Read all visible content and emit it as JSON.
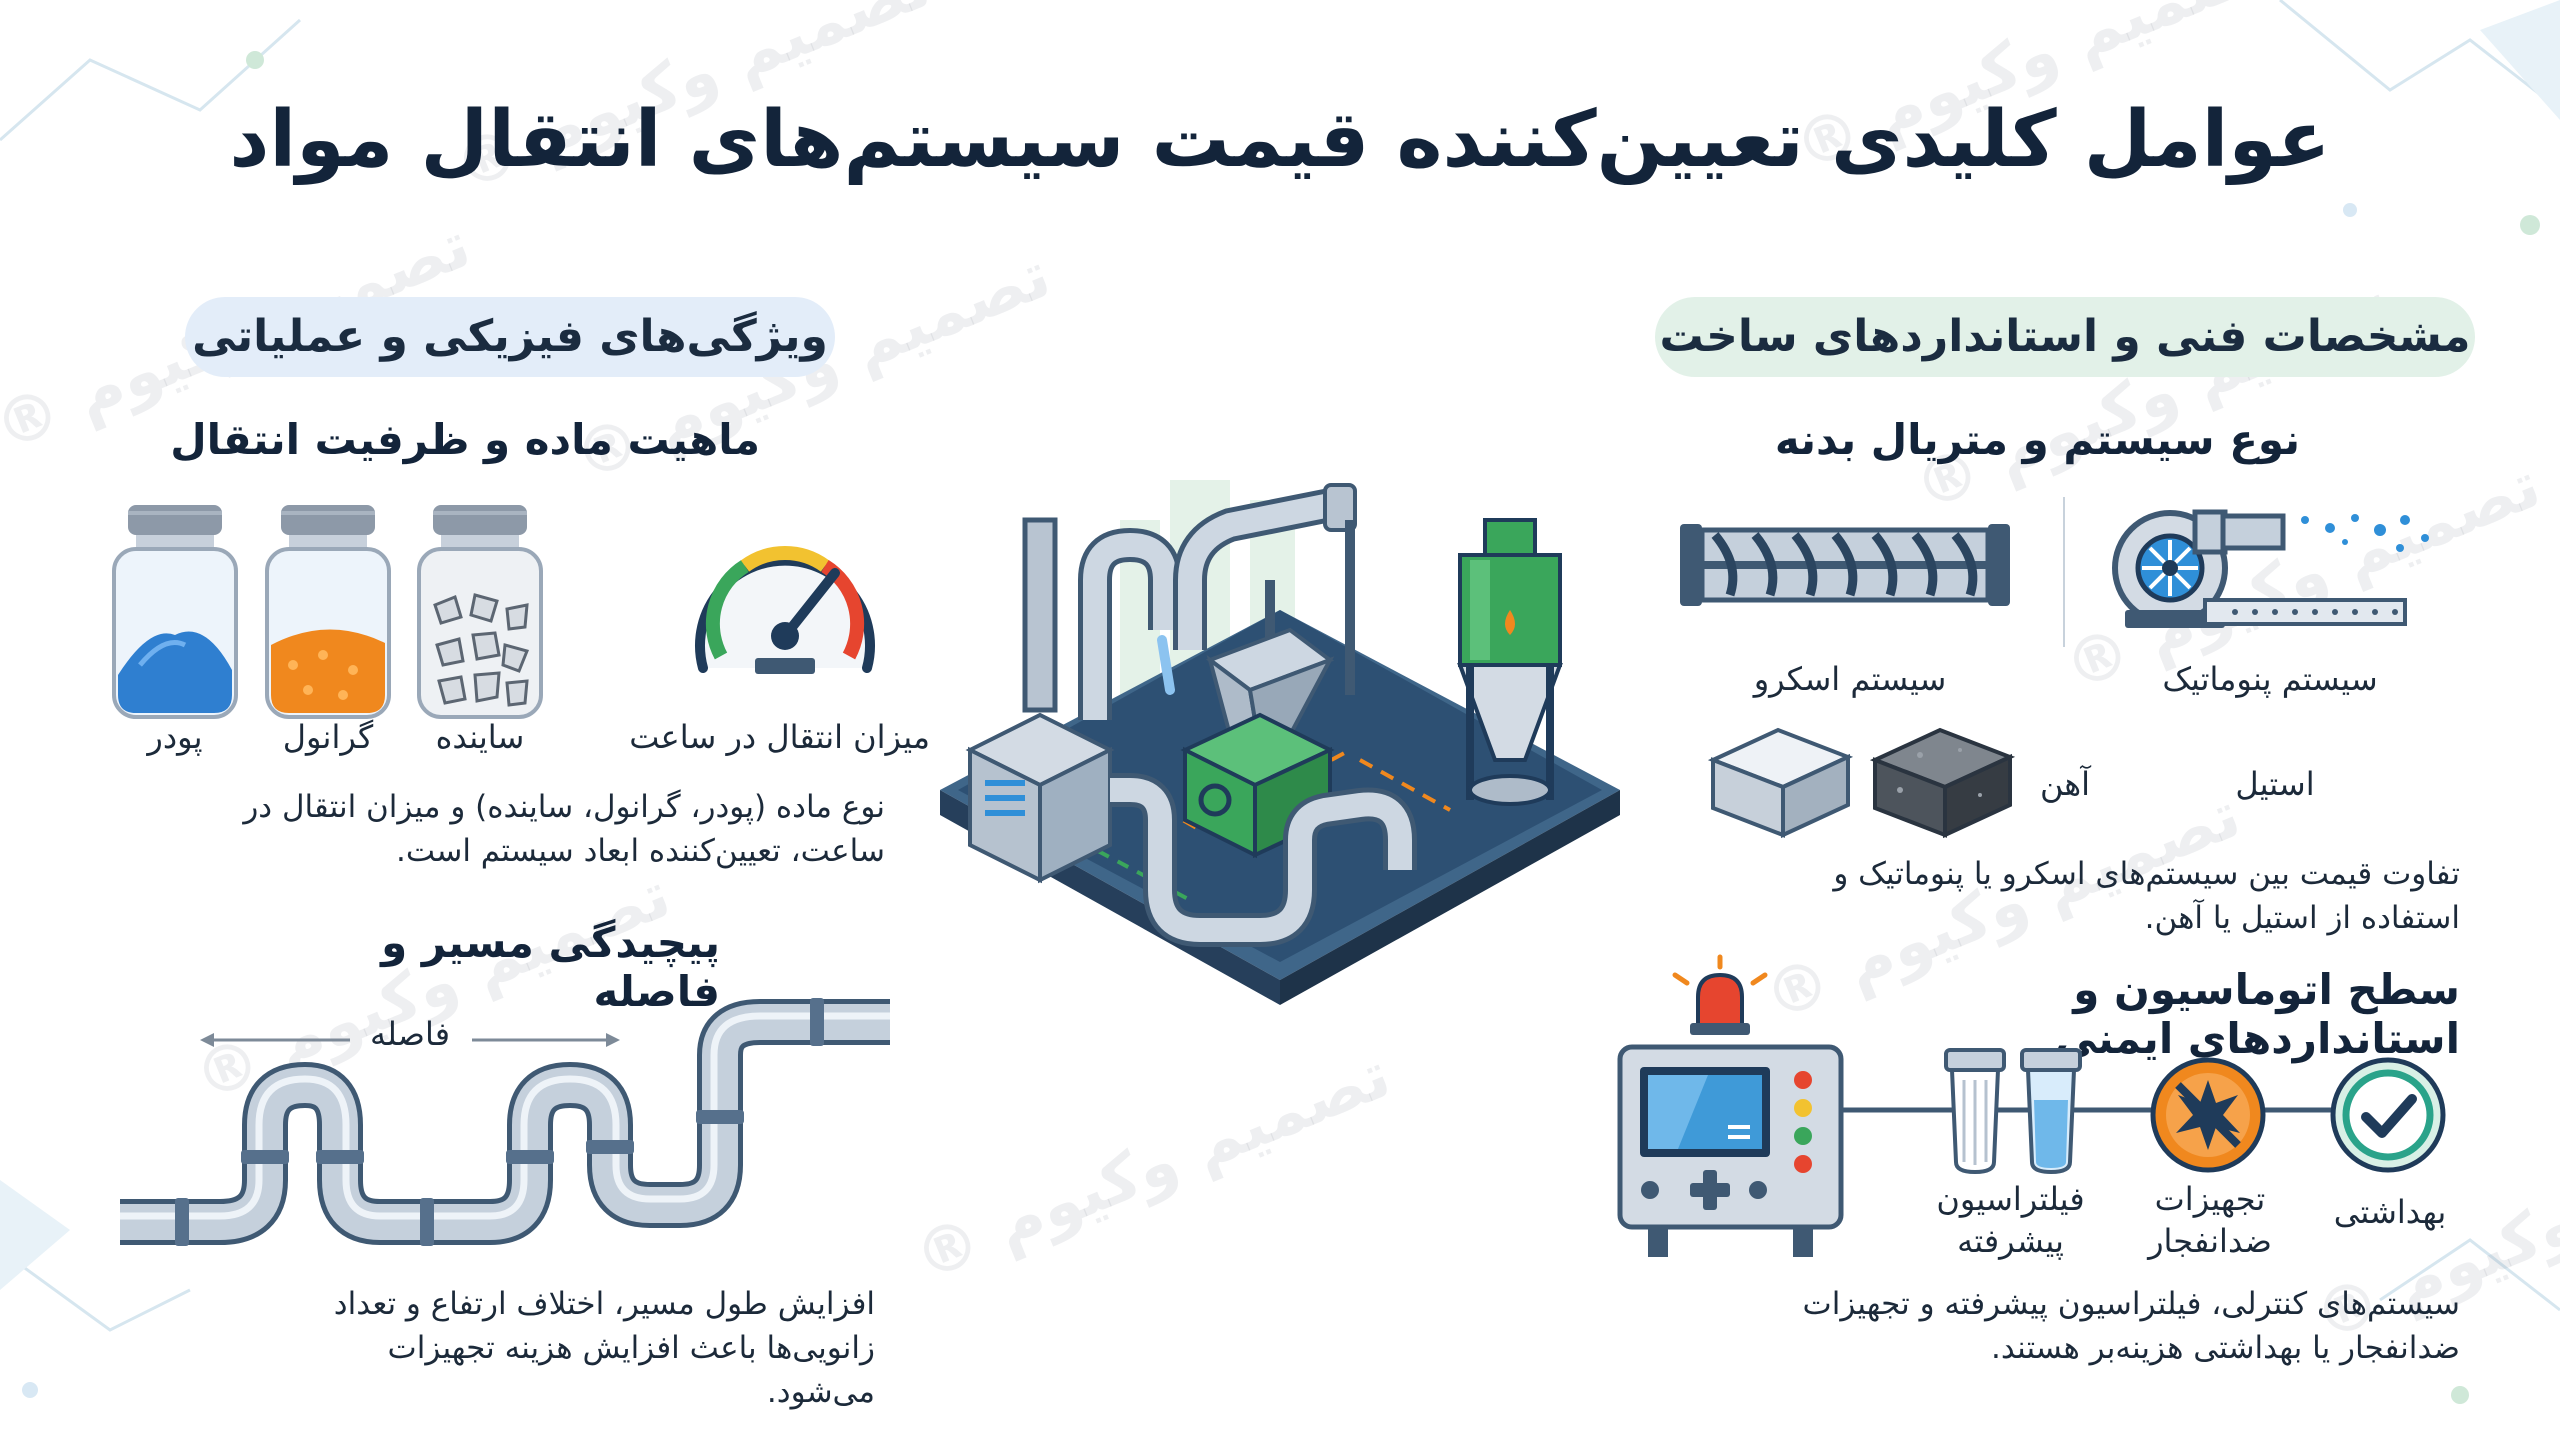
{
  "title": "عوامل کلیدی تعیین‌کننده قیمت سیستم‌های انتقال مواد",
  "watermark": "تصمیم وکیوم ®",
  "left": {
    "pill": "ویژگی‌های فیزیکی و عملیاتی",
    "material": {
      "heading": "ماهیت ماده و ظرفیت انتقال",
      "gauge_label": "میزان انتقال در ساعت",
      "jars": [
        "ساینده",
        "گرانول",
        "پودر"
      ],
      "description": "نوع ماده (پودر، گرانول، ساینده) و میزان انتقال در ساعت، تعیین‌کننده ابعاد سیستم است."
    },
    "route": {
      "heading": "پیچیدگی مسیر و فاصله",
      "distance_label": "فاصله",
      "description": "افزایش طول مسیر، اختلاف ارتفاع و تعداد زانویی‌ها باعث افزایش هزینه تجهیزات می‌شود."
    }
  },
  "right": {
    "pill": "مشخصات فنی و استانداردهای ساخت",
    "system": {
      "heading": "نوع سیستم و متریال بدنه",
      "pneumatic_label": "سیستم پنوماتیک",
      "screw_label": "سیستم اسکرو",
      "steel_label": "استیل",
      "iron_label": "آهن",
      "description": "تفاوت قیمت بین سیستم‌های اسکرو یا پنوماتیک و استفاده از استیل یا آهن."
    },
    "automation": {
      "heading": "سطح اتوماسیون و استانداردهای ایمنی",
      "sanitary_label": "بهداشتی",
      "explosion_label": "تجهیزات ضدانفجار",
      "filtration_label": "فیلتراسیون پیشرفته",
      "description": "سیستم‌های کنترلی، فیلتراسیون پیشرفته و تجهیزات ضدانفجار یا بهداشتی هزینه‌بر هستند."
    }
  },
  "icons": [
    "gauge-icon",
    "jar-icon",
    "pipe-icon",
    "screw-conveyor-icon",
    "pneumatic-blower-icon",
    "control-panel-icon",
    "filter-icon",
    "explosion-proof-icon",
    "sanitary-check-icon",
    "alarm-light-icon"
  ],
  "colors": {
    "accent_blue": "#2f8fd8",
    "accent_green": "#3aa65b",
    "accent_orange": "#f0881e",
    "title": "#13243a"
  }
}
